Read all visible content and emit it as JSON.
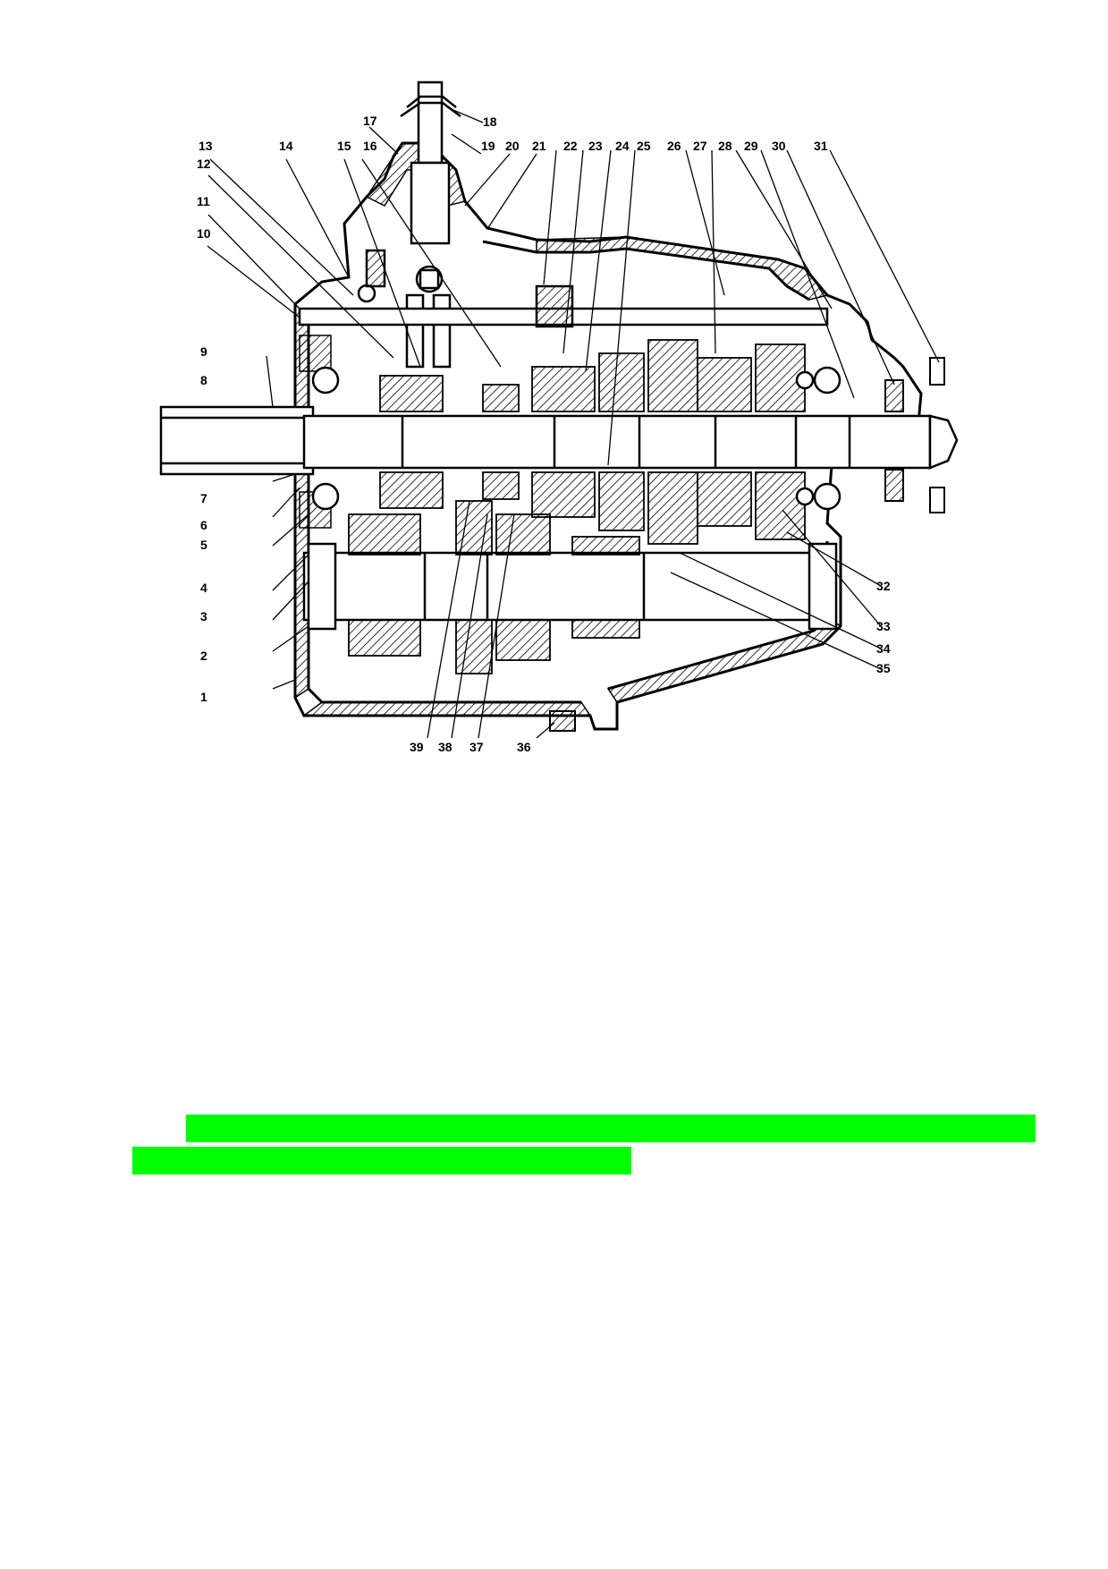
{
  "labels": {
    "top": [
      "13",
      "12",
      "11",
      "10",
      "14",
      "15",
      "16",
      "17",
      "18",
      "19",
      "20",
      "21",
      "22",
      "23",
      "24",
      "25",
      "26",
      "27",
      "28",
      "29",
      "30",
      "31"
    ],
    "left": [
      "9",
      "8",
      "7",
      "6",
      "5",
      "4",
      "3",
      "2",
      "1"
    ],
    "right": [
      "32",
      "33",
      "34",
      "35"
    ],
    "bottom": [
      "39",
      "38",
      "37",
      "36"
    ]
  },
  "colors": {
    "highlight": "#00ff00",
    "ink": "#000000",
    "hatch": "#000000"
  }
}
